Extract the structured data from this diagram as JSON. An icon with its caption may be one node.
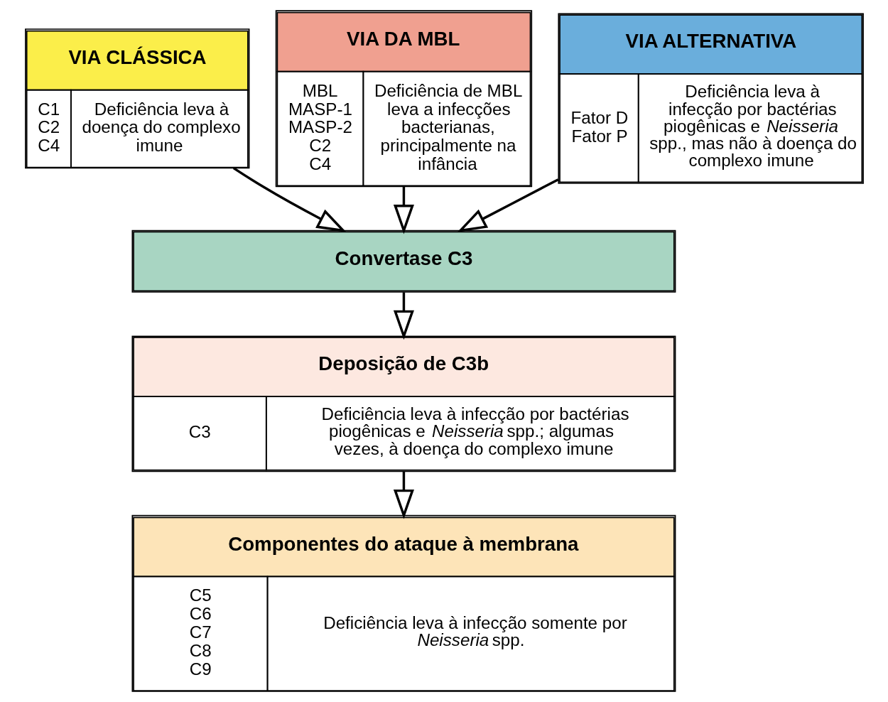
{
  "diagram": {
    "nodes": [
      {
        "text": [
          "VIA CLÁSSICA",
          "C1 C2 C4",
          "Deficiência leva à doença do complexo imune"
        ]
      },
      {
        "text": [
          "VIA DA MBL",
          "MBL MASP-1 MASP-2 C2 C4",
          "Deficiência de MBL leva a infecções bacterianas, principalmente na infância"
        ]
      },
      {
        "text": [
          "VIA ALTERNATIVA",
          "Fator D Fator P",
          "Deficiência leva à infecção por bactérias piogênicas e *Neisseria* spp., mas não à doença do complexo imune"
        ]
      },
      {
        "text": [
          "Convertase C3"
        ]
      },
      {
        "text": [
          "Deposição de C3b",
          "C3",
          "Deficiência leva à infecção por bactérias piogênicas e *Neisseria* spp.; algumas vezes, à doença do complexo imune"
        ]
      },
      {
        "text": [
          "Componentes do ataque à membrana",
          "C5 C6 C7 C8 C9",
          "Deficiência leva à infecção somente por *Neisseria* spp."
        ]
      }
    ],
    "edges": [
      {
        "from": 0,
        "to": 3,
        "arrow": "to"
      },
      {
        "from": 1,
        "to": 3,
        "arrow": "to"
      },
      {
        "from": 2,
        "to": 3,
        "arrow": "to"
      },
      {
        "from": 3,
        "to": 4,
        "arrow": "to"
      },
      {
        "from": 4,
        "to": 5,
        "arrow": "to"
      }
    ]
  }
}
